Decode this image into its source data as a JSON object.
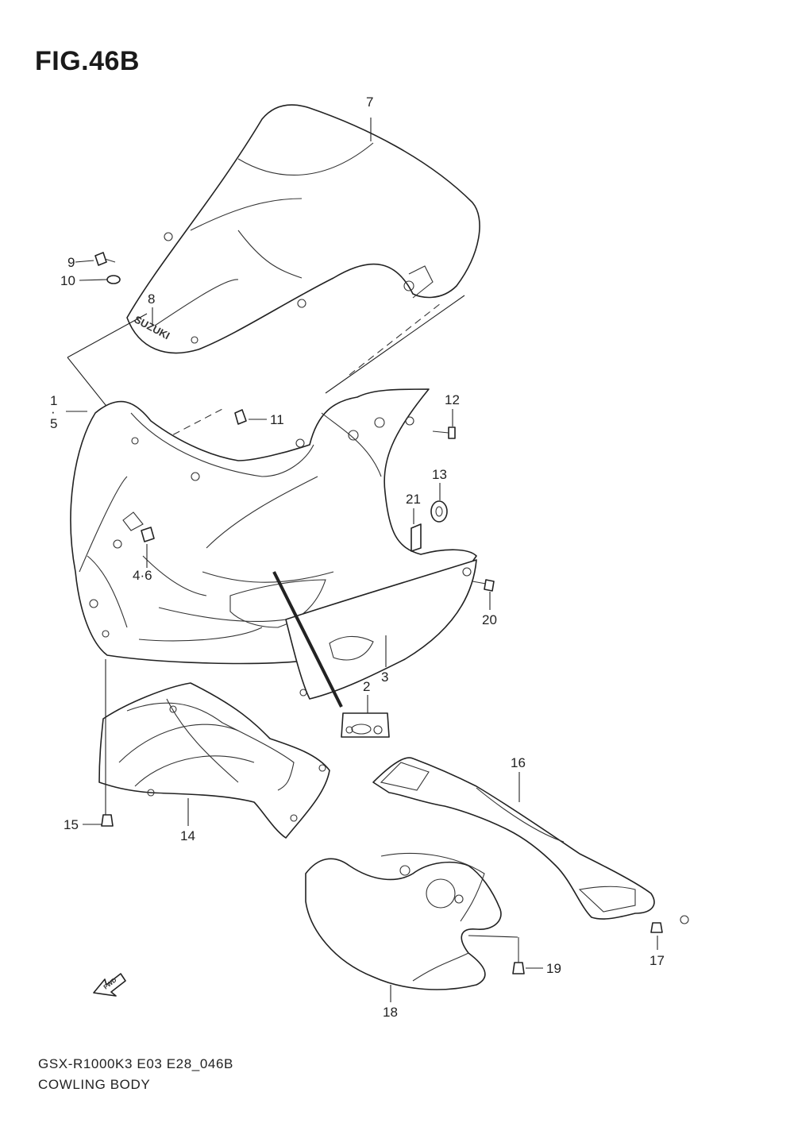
{
  "figure": {
    "title": "FIG.46B",
    "model_code": "GSX-R1000K3 E03 E28_046B",
    "name": "COWLING BODY",
    "logo_text": "SUZUKI",
    "fwd_label": "FWD"
  },
  "callouts": {
    "c1": "1",
    "c1dot": "·",
    "c5": "5",
    "c2": "2",
    "c3": "3",
    "c46": "4·6",
    "c7": "7",
    "c8": "8",
    "c9": "9",
    "c10": "10",
    "c11": "11",
    "c12": "12",
    "c13": "13",
    "c14": "14",
    "c15": "15",
    "c16": "16",
    "c17": "17",
    "c18": "18",
    "c19": "19",
    "c20": "20",
    "c21": "21"
  }
}
